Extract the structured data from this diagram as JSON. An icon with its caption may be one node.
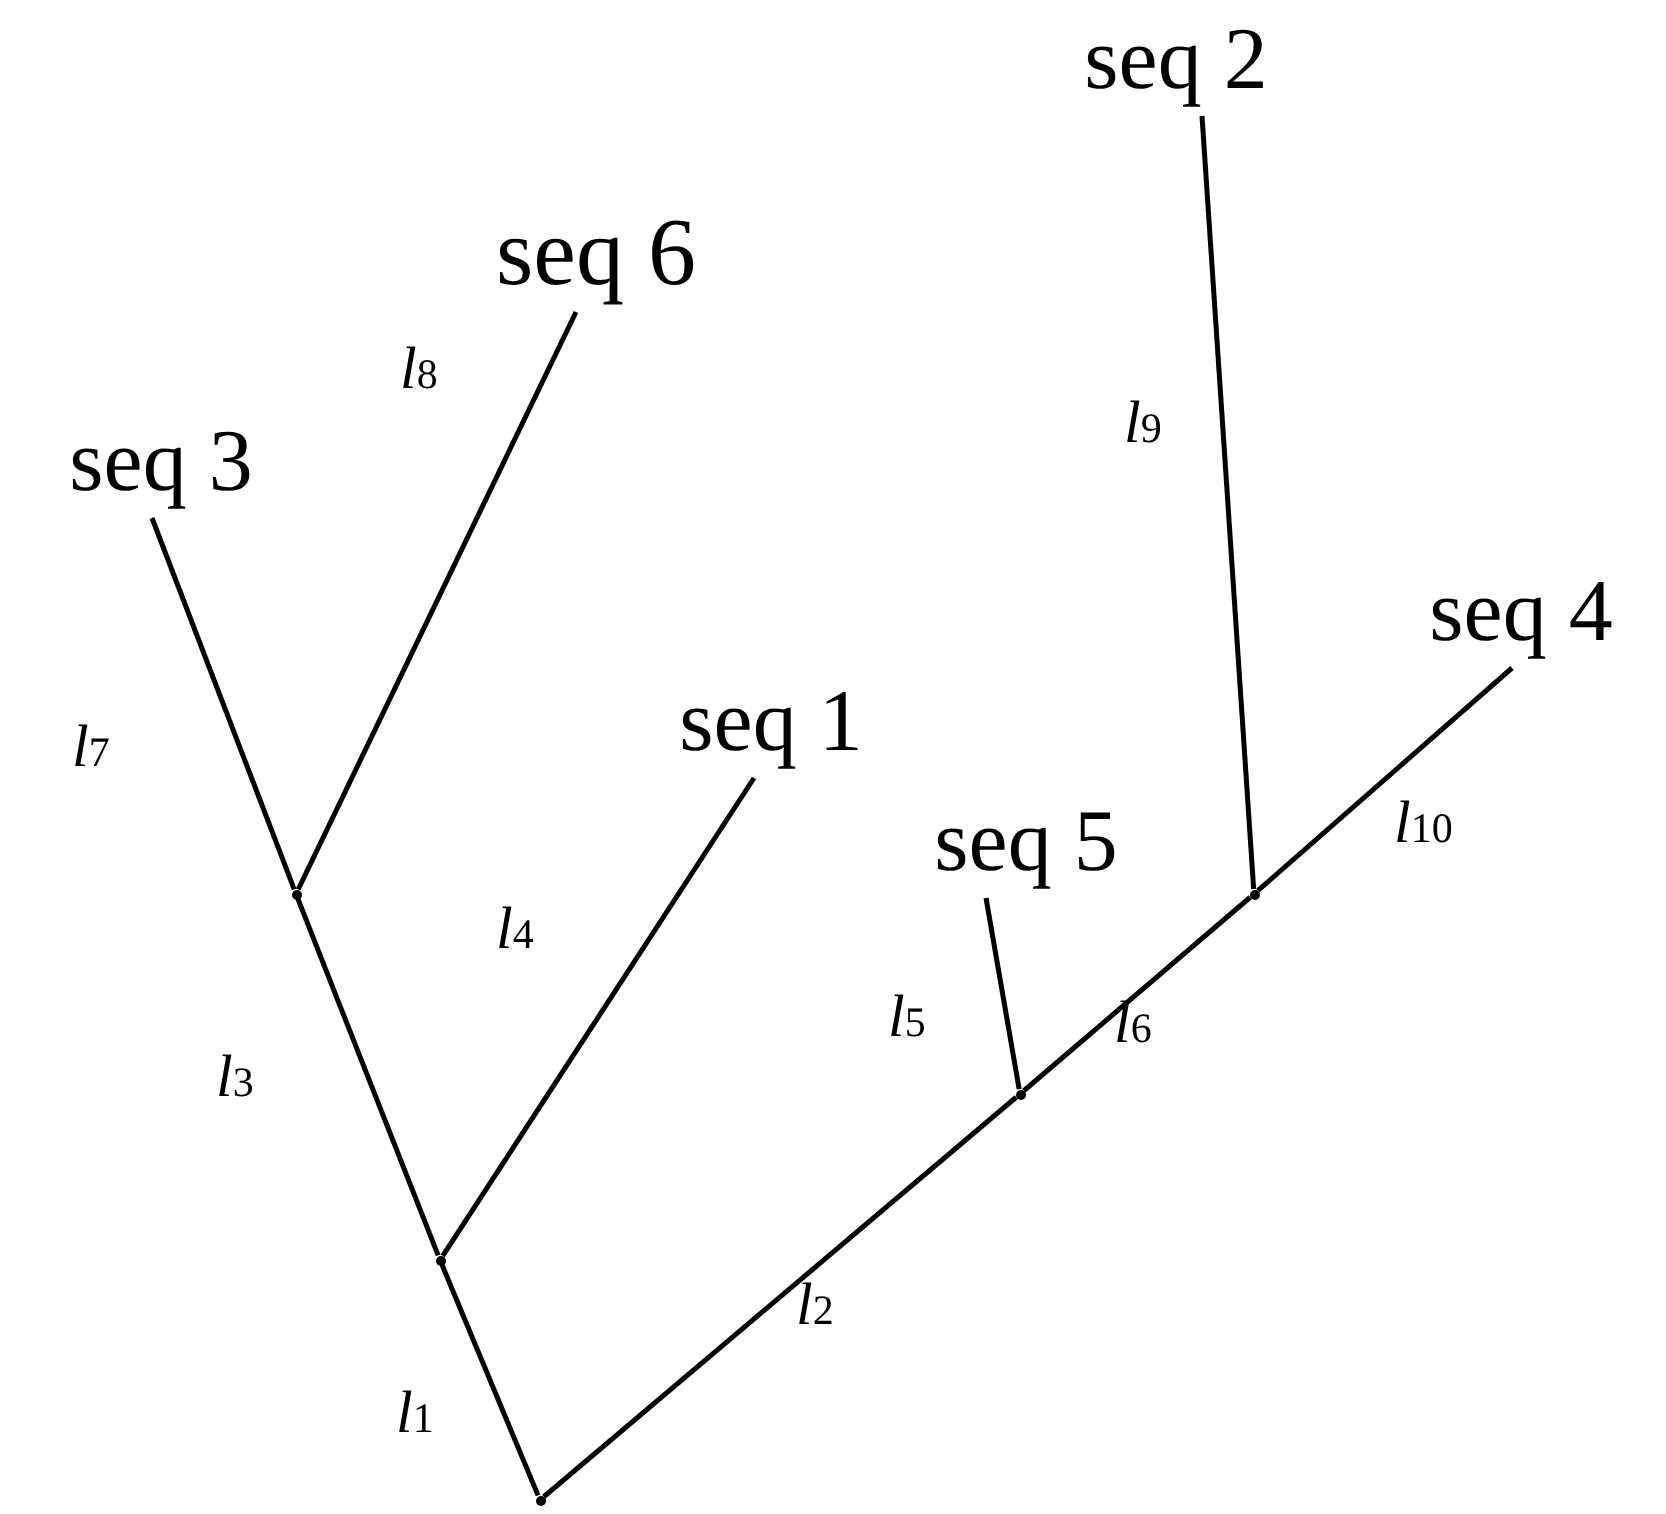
{
  "diagram": {
    "nodes": [
      {
        "text": [
          "seq 2"
        ]
      },
      {
        "text": [
          "seq 6"
        ]
      },
      {
        "text": [
          "seq 3"
        ]
      },
      {
        "text": [
          "seq 4"
        ]
      },
      {
        "text": [
          "seq 1"
        ]
      },
      {
        "text": [
          "seq 5"
        ]
      },
      {
        "text": [],
        "shape": "point"
      },
      {
        "text": [],
        "shape": "point"
      },
      {
        "text": [],
        "shape": "point"
      },
      {
        "text": [],
        "shape": "point"
      },
      {
        "text": [],
        "shape": "point"
      }
    ],
    "edges": [
      {
        "from": 8,
        "to": 7,
        "arrow": "none",
        "label": "*l*$_{1}$"
      },
      {
        "from": 8,
        "to": 9,
        "arrow": "none",
        "label": "*l*$_{2}$"
      },
      {
        "from": 7,
        "to": 6,
        "arrow": "none",
        "label": "*l*$_{3}$"
      },
      {
        "from": 7,
        "to": 4,
        "arrow": "none",
        "label": "*l*$_{4}$"
      },
      {
        "from": 9,
        "to": 5,
        "arrow": "none",
        "label": "*l*$_{5}$"
      },
      {
        "from": 9,
        "to": 10,
        "arrow": "none",
        "label": "*l*$_{6}$"
      },
      {
        "from": 6,
        "to": 2,
        "arrow": "none",
        "label": "*l*$_{7}$"
      },
      {
        "from": 6,
        "to": 1,
        "arrow": "none",
        "label": "*l*$_{8}$"
      },
      {
        "from": 10,
        "to": 0,
        "arrow": "none",
        "label": "*l*$_{9}$"
      },
      {
        "from": 10,
        "to": 3,
        "arrow": "none",
        "label": "*l*$_{10}$"
      }
    ]
  }
}
